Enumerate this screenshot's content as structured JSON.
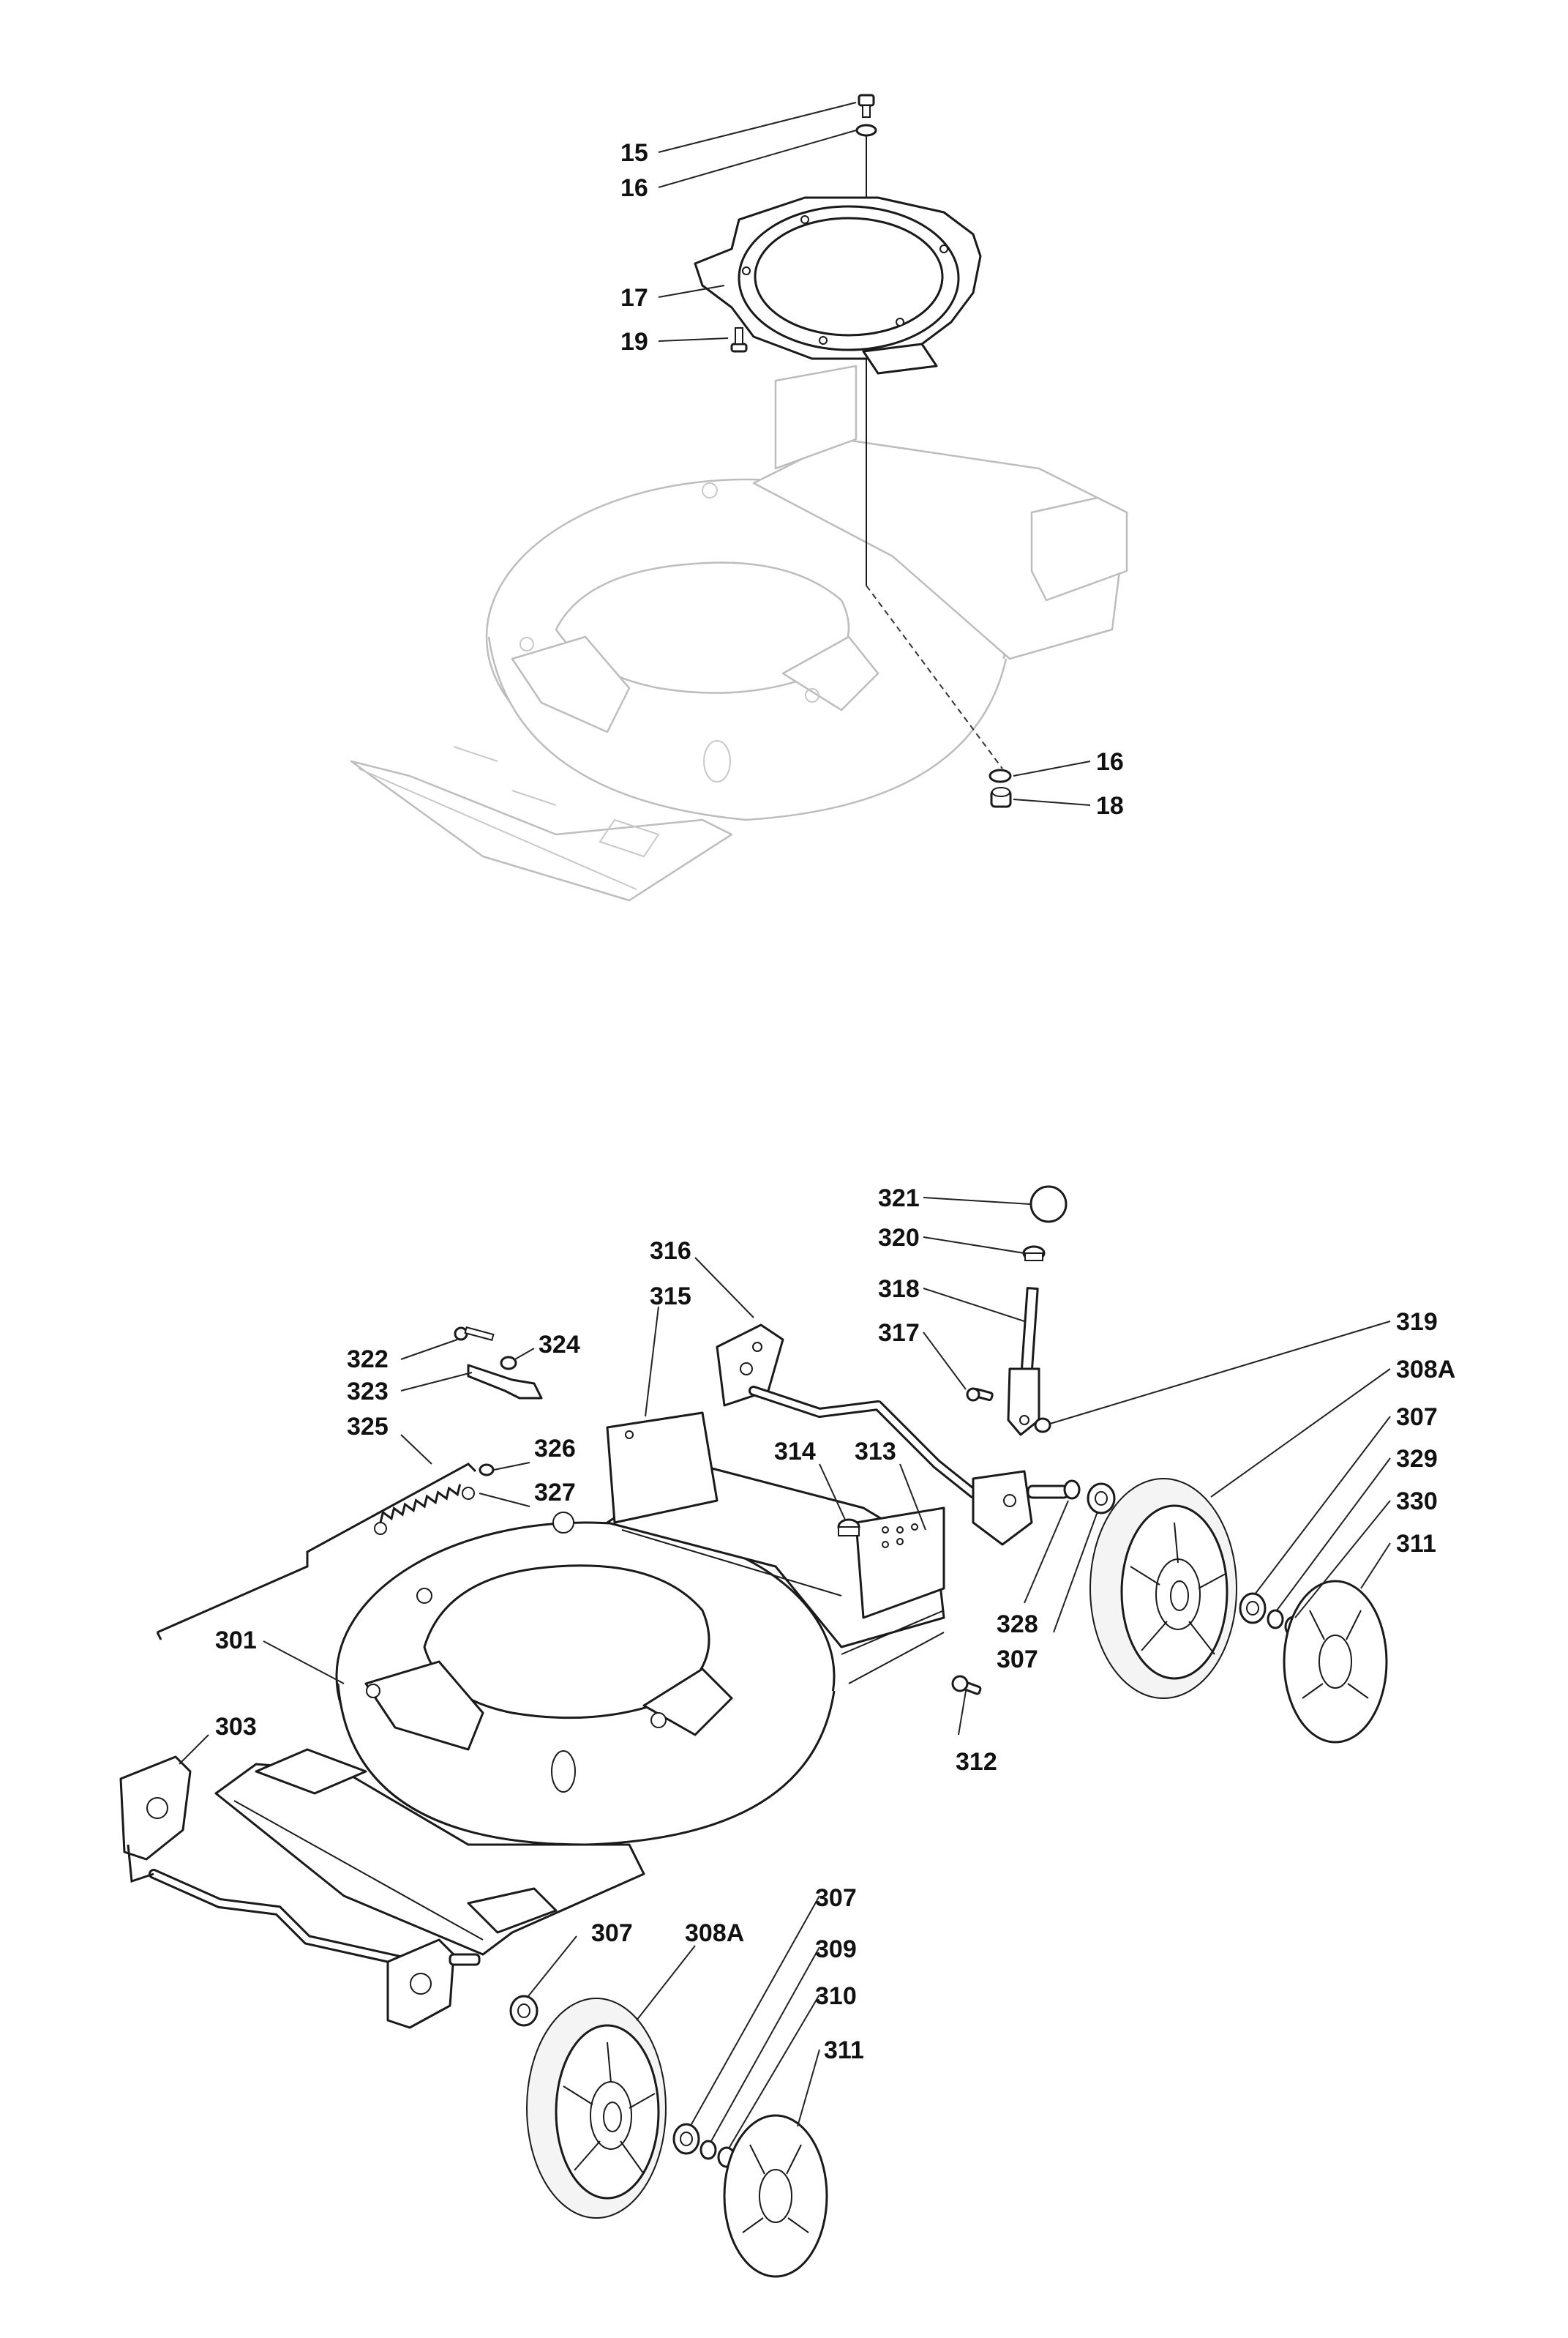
{
  "diagram": {
    "callouts_top": [
      {
        "id": "c15",
        "text": "15"
      },
      {
        "id": "c16a",
        "text": "16"
      },
      {
        "id": "c17",
        "text": "17"
      },
      {
        "id": "c19",
        "text": "19"
      },
      {
        "id": "c16b",
        "text": "16"
      },
      {
        "id": "c18",
        "text": "18"
      }
    ],
    "callouts_bottom": [
      {
        "id": "c321",
        "text": "321"
      },
      {
        "id": "c320",
        "text": "320"
      },
      {
        "id": "c316",
        "text": "316"
      },
      {
        "id": "c318",
        "text": "318"
      },
      {
        "id": "c315",
        "text": "315"
      },
      {
        "id": "c317",
        "text": "317"
      },
      {
        "id": "c319",
        "text": "319"
      },
      {
        "id": "c308Aa",
        "text": "308A"
      },
      {
        "id": "c322",
        "text": "322"
      },
      {
        "id": "c324",
        "text": "324"
      },
      {
        "id": "c323",
        "text": "323"
      },
      {
        "id": "c307a",
        "text": "307"
      },
      {
        "id": "c329",
        "text": "329"
      },
      {
        "id": "c325",
        "text": "325"
      },
      {
        "id": "c326",
        "text": "326"
      },
      {
        "id": "c314",
        "text": "314"
      },
      {
        "id": "c313",
        "text": "313"
      },
      {
        "id": "c330",
        "text": "330"
      },
      {
        "id": "c327",
        "text": "327"
      },
      {
        "id": "c311a",
        "text": "311"
      },
      {
        "id": "c328",
        "text": "328"
      },
      {
        "id": "c307b",
        "text": "307"
      },
      {
        "id": "c301",
        "text": "301"
      },
      {
        "id": "c303",
        "text": "303"
      },
      {
        "id": "c312",
        "text": "312"
      },
      {
        "id": "c307c",
        "text": "307"
      },
      {
        "id": "c307d",
        "text": "307"
      },
      {
        "id": "c308Ab",
        "text": "308A"
      },
      {
        "id": "c309",
        "text": "309"
      },
      {
        "id": "c310",
        "text": "310"
      },
      {
        "id": "c311b",
        "text": "311"
      }
    ]
  }
}
